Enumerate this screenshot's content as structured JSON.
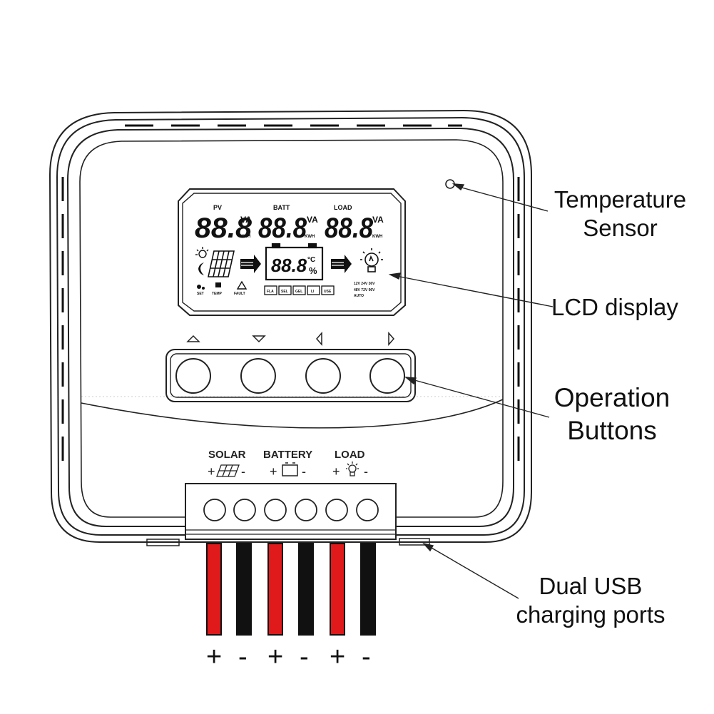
{
  "callouts": {
    "temperature_sensor": [
      "Temperature",
      "Sensor"
    ],
    "lcd_display": "LCD display",
    "operation_buttons": [
      "Operation",
      "Buttons"
    ],
    "usb_ports": [
      "Dual USB",
      "charging ports"
    ]
  },
  "lcd": {
    "pv_label": "PV",
    "batt_label": "BATT",
    "load_label": "LOAD",
    "pv_value": "88.8",
    "batt_value": "88.8",
    "load_value": "88.8",
    "unit_va": "VA",
    "unit_kwh": "KWH",
    "center_value": "88.8",
    "center_unit_c": "°C",
    "center_unit_pct": "%",
    "status_set": "SET",
    "status_temp": "TEMP",
    "status_fault": "FAULT",
    "mode_boxes": [
      "FLA",
      "SEL",
      "GEL",
      "LI",
      "USE"
    ],
    "voltage_line1": "12V 24V 36V",
    "voltage_line2": "48V 72V 96V",
    "voltage_line3": "AUTO"
  },
  "terminals": {
    "solar": "SOLAR",
    "battery": "BATTERY",
    "load": "LOAD",
    "plus": "+",
    "minus": "-"
  },
  "wire_polarity": [
    "+",
    "-",
    "+",
    "-",
    "+",
    "-"
  ],
  "colors": {
    "positive_wire": "#e0191b",
    "negative_wire": "#111111",
    "outline": "#222222"
  }
}
